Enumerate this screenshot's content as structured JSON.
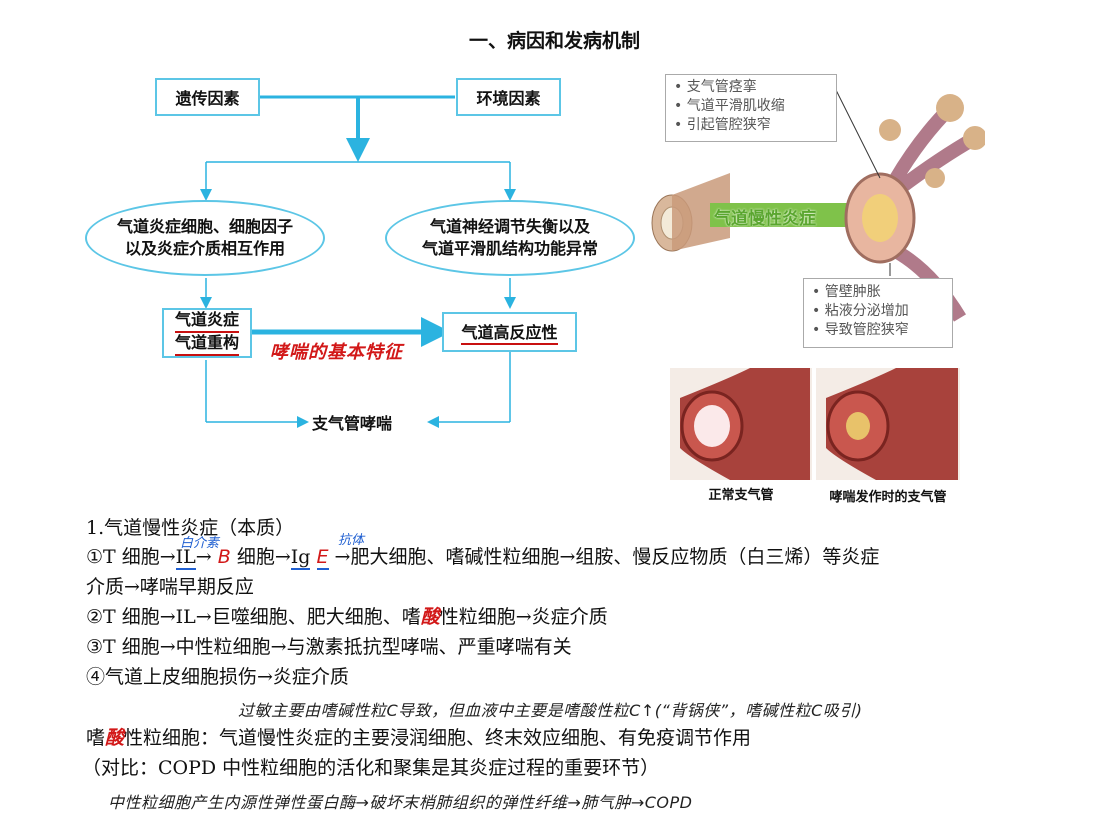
{
  "title": "一、病因和发病机制",
  "diagram": {
    "genetic": "遗传因素",
    "environment": "环境因素",
    "left_ellipse_line1": "气道炎症细胞、细胞因子",
    "left_ellipse_line2": "以及炎症介质相互作用",
    "right_ellipse_line1": "气道神经调节失衡以及",
    "right_ellipse_line2": "气道平滑肌结构功能异常",
    "inflammation_line1": "气道炎症",
    "inflammation_line2": "气道重构",
    "hyperresponsiveness": "气道高反应性",
    "basic_feature": "哮喘的基本特征",
    "asthma": "支气管哮喘"
  },
  "illustration": {
    "top_bullets": [
      "支气管痉挛",
      "气道平滑肌收缩",
      "引起管腔狭窄"
    ],
    "center_label": "气道慢性炎症",
    "bottom_bullets": [
      "管壁肿胀",
      "粘液分泌增加",
      "导致管腔狭窄"
    ],
    "caption_normal": "正常支气管",
    "caption_asthma": "哮喘发作时的支气管"
  },
  "notes": {
    "heading": "1.气道慢性炎症（本质）",
    "annot_il": "白介素",
    "annot_antibody": "抗体",
    "l1_a": "①T 细胞→",
    "l1_il": "IL",
    "l1_arrow": "→ ",
    "l1_b": "B",
    "l1_c": " 细胞→",
    "l1_ig": "Ig",
    "l1_e": "E",
    "l1_d": " →肥大细胞、嗜碱性粒细胞→组胺、慢反应物质（白三烯）等炎症",
    "l1_cont": "介质→哮喘早期反应",
    "l2_a": "②T 细胞→IL→巨噬细胞、肥大细胞、嗜",
    "l2_acid": "酸",
    "l2_b": "性粒细胞→炎症介质",
    "l3": "③T 细胞→中性粒细胞→与激素抵抗型哮喘、严重哮喘有关",
    "l4": "④气道上皮细胞损伤→炎症介质",
    "hand1": "过敏主要由嗜碱性粒C导致，但血液中主要是嗜酸性粒C↑(“背锅侠”，嗜碱性粒C吸引)",
    "l5_a": "嗜",
    "l5_acid": "酸",
    "l5_b": "性粒细胞：气道慢性炎症的主要浸润细胞、终末效应细胞、有免疫调节作用",
    "l6": "（对比：COPD 中性粒细胞的活化和聚集是其炎症过程的重要环节）",
    "hand2": "中性粒细胞产生内源性弹性蛋白酶→破坏末梢肺组织的弹性纤维→肺气肿→COPD"
  },
  "colors": {
    "arrow": "#2bb3e0",
    "accent_red": "#d21818",
    "annot_blue": "#1f5fd1"
  }
}
